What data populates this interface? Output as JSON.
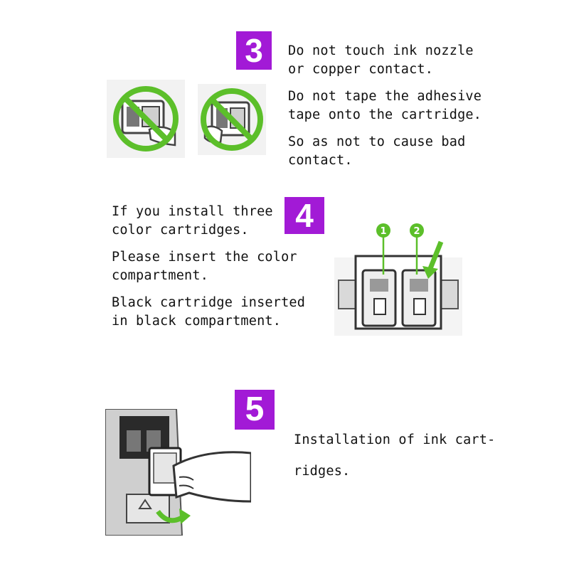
{
  "steps": [
    {
      "number": "3",
      "lines": [
        [
          "Do not touch ink nozzle",
          "or copper contact."
        ],
        [
          "Do not tape the adhesive",
          "tape onto the cartridge."
        ],
        [
          "So as not to cause bad",
          "contact."
        ]
      ]
    },
    {
      "number": "4",
      "lines": [
        [
          "If you install three",
          "color cartridges."
        ],
        [
          "Please insert the color",
          "compartment."
        ],
        [
          "Black cartridge inserted",
          "in black compartment."
        ]
      ],
      "slot_markers": [
        "1",
        "2"
      ]
    },
    {
      "number": "5",
      "lines": [
        [
          "Installation of ink cart-"
        ],
        [
          "ridges."
        ]
      ]
    }
  ],
  "colors": {
    "badge": "#a21ad6",
    "prohibit": "#5cbf2a",
    "marker": "#5cbf2a"
  },
  "icons": [
    "prohibited-touch-nozzle-icon",
    "prohibited-tape-icon",
    "printer-carriage-illustration",
    "cartridge-insertion-illustration"
  ]
}
